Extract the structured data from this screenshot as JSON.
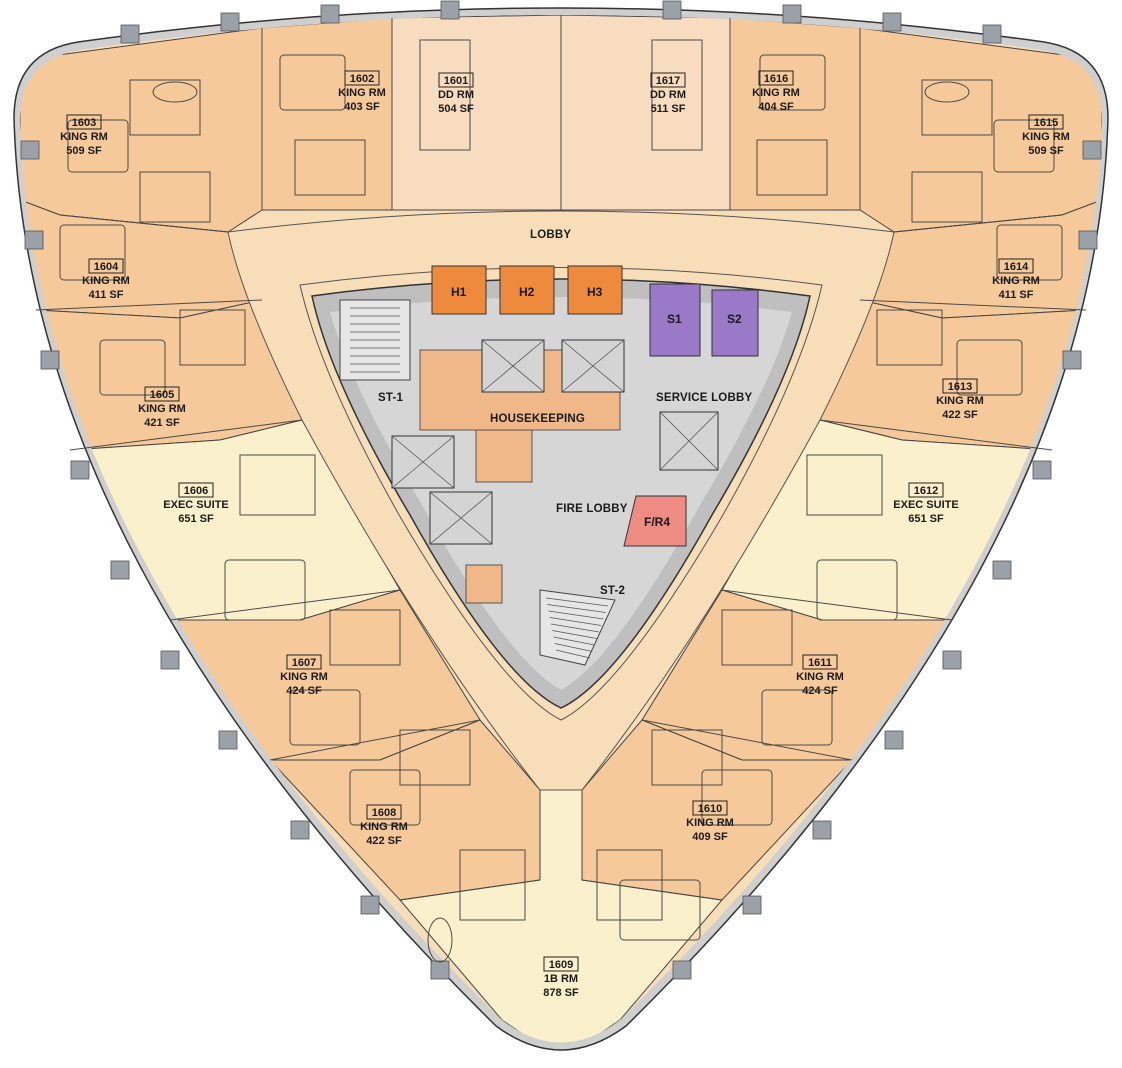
{
  "colors": {
    "king_room": "#f5c99a",
    "dd_room": "#f8dcc0",
    "suite": "#fbf0cc",
    "corridor": "#f7ddb8",
    "core": "#bfbfbf",
    "core_light": "#d6d6d6",
    "housekeeping": "#f0b888",
    "passenger_elevator": "#ee8a3c",
    "service_elevator": "#9a7ac8",
    "fire_elevator": "#ee8c84",
    "mullion": "#9aa1a8"
  },
  "areas": {
    "lobby": "LOBBY",
    "housekeeping": "HOUSEKEEPING",
    "service_lobby": "SERVICE LOBBY",
    "fire_lobby": "FIRE LOBBY",
    "stair_1": "ST-1",
    "stair_2": "ST-2"
  },
  "elevators": {
    "h1": "H1",
    "h2": "H2",
    "h3": "H3",
    "s1": "S1",
    "s2": "S2",
    "fr4": "F/R4"
  },
  "rooms": [
    {
      "id": "1601",
      "num": "1601",
      "type": "DD RM",
      "area": "504 SF"
    },
    {
      "id": "1602",
      "num": "1602",
      "type": "KING RM",
      "area": "403 SF"
    },
    {
      "id": "1603",
      "num": "1603",
      "type": "KING RM",
      "area": "509 SF"
    },
    {
      "id": "1604",
      "num": "1604",
      "type": "KING RM",
      "area": "411 SF"
    },
    {
      "id": "1605",
      "num": "1605",
      "type": "KING RM",
      "area": "421 SF"
    },
    {
      "id": "1606",
      "num": "1606",
      "type": "EXEC SUITE",
      "area": "651 SF"
    },
    {
      "id": "1607",
      "num": "1607",
      "type": "KING RM",
      "area": "424 SF"
    },
    {
      "id": "1608",
      "num": "1608",
      "type": "KING RM",
      "area": "422 SF"
    },
    {
      "id": "1609",
      "num": "1609",
      "type": "1B RM",
      "area": "878 SF"
    },
    {
      "id": "1610",
      "num": "1610",
      "type": "KING RM",
      "area": "409 SF"
    },
    {
      "id": "1611",
      "num": "1611",
      "type": "KING RM",
      "area": "424 SF"
    },
    {
      "id": "1612",
      "num": "1612",
      "type": "EXEC SUITE",
      "area": "651 SF"
    },
    {
      "id": "1613",
      "num": "1613",
      "type": "KING RM",
      "area": "422 SF"
    },
    {
      "id": "1614",
      "num": "1614",
      "type": "KING RM",
      "area": "411 SF"
    },
    {
      "id": "1615",
      "num": "1615",
      "type": "KING RM",
      "area": "509 SF"
    },
    {
      "id": "1616",
      "num": "1616",
      "type": "KING RM",
      "area": "404 SF"
    },
    {
      "id": "1617",
      "num": "1617",
      "type": "DD RM",
      "area": "511 SF"
    }
  ]
}
